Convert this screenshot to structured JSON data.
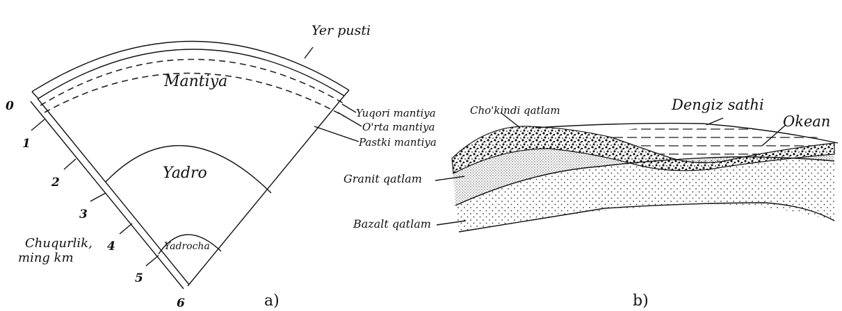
{
  "diagram_a": {
    "earth_crust": "Yer pusti",
    "mantle": "Mantiya",
    "upper_mantle": "Yuqori mantiya",
    "middle_mantle": "O'rta  mantiya",
    "lower_mantle": "Pastki mantiya",
    "core": "Yadro",
    "inner_core": "Yadrocha",
    "depth_label_line1": "Chuqurlik,",
    "depth_label_line2": "ming km",
    "depth_ticks": [
      "0",
      "1",
      "2",
      "3",
      "4",
      "5",
      "6"
    ],
    "caption": "a)"
  },
  "diagram_b": {
    "sea_level": "Dengiz sathi",
    "ocean": "Okean",
    "sediment_layer": "Cho'kindi qatlam",
    "granite_layer": "Granit qatlam",
    "basalt_layer": "Bazalt qatlam",
    "caption": "b)"
  }
}
